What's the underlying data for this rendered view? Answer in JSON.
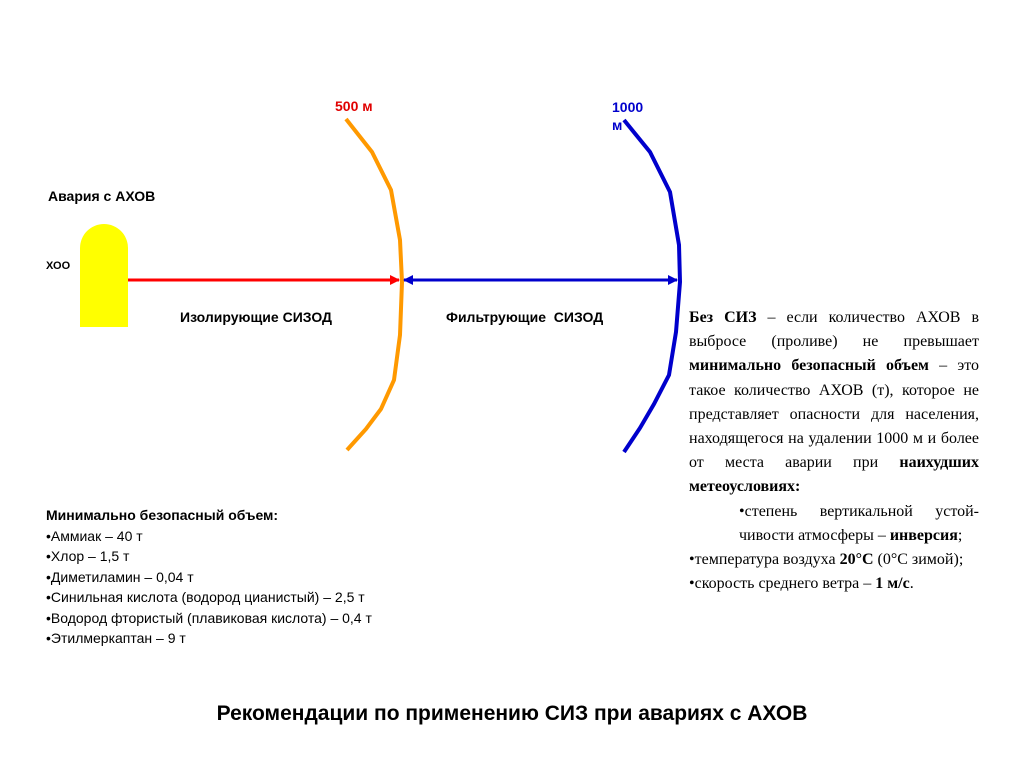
{
  "diagram": {
    "label_500": "500 м",
    "label_1000": "1000 м",
    "accident_label": "Авария с АХОВ",
    "xoo_label": "ХОО",
    "isolating_label": "Изолирующие СИЗОД",
    "filtering_label": "Фильтрующие  СИЗОД"
  },
  "colors": {
    "zone_500": "#FF9900",
    "zone_1000": "#0000CC",
    "red_arrow": "#FF0000",
    "blue_arrow": "#0000CC",
    "source": "#FFFF00"
  },
  "min_volume": {
    "heading": "Минимально безопасный объем:",
    "items": [
      "•Аммиак – 40 т",
      "•Хлор – 1,5 т",
      "•Диметиламин – 0,04 т",
      "•Синильная кислота (водород цианистый) – 2,5 т",
      "•Водород фтористый (плавиковая кислота) – 0,4 т",
      "•Этилмеркаптан – 9 т"
    ]
  },
  "siz_text": {
    "p1_a": "Без СИЗ",
    "p1_b": " – если количество АХОВ в выбросе (проливе) не превышает ",
    "p1_c": "минимально безопасный объем",
    "p1_d": " – это такое количество АХОВ (т), которое не представляет опасности для населения, находящегося на удалении 1000 м и более от места аварии при ",
    "p1_e": "наихудших метеоусловиях:",
    "b1_a": "•степень вертикальной устой-чивости атмосферы – ",
    "b1_b": "инверсия",
    "b1_c": ";",
    "b2_a": "•температура воздуха ",
    "b2_b": "20°С",
    "b2_c": " (0°С зимой);",
    "b3_a": "•скорость среднего ветра – ",
    "b3_b": "1 м/с",
    "b3_c": "."
  },
  "title": "Рекомендации по применению СИЗ при авариях с АХОВ"
}
